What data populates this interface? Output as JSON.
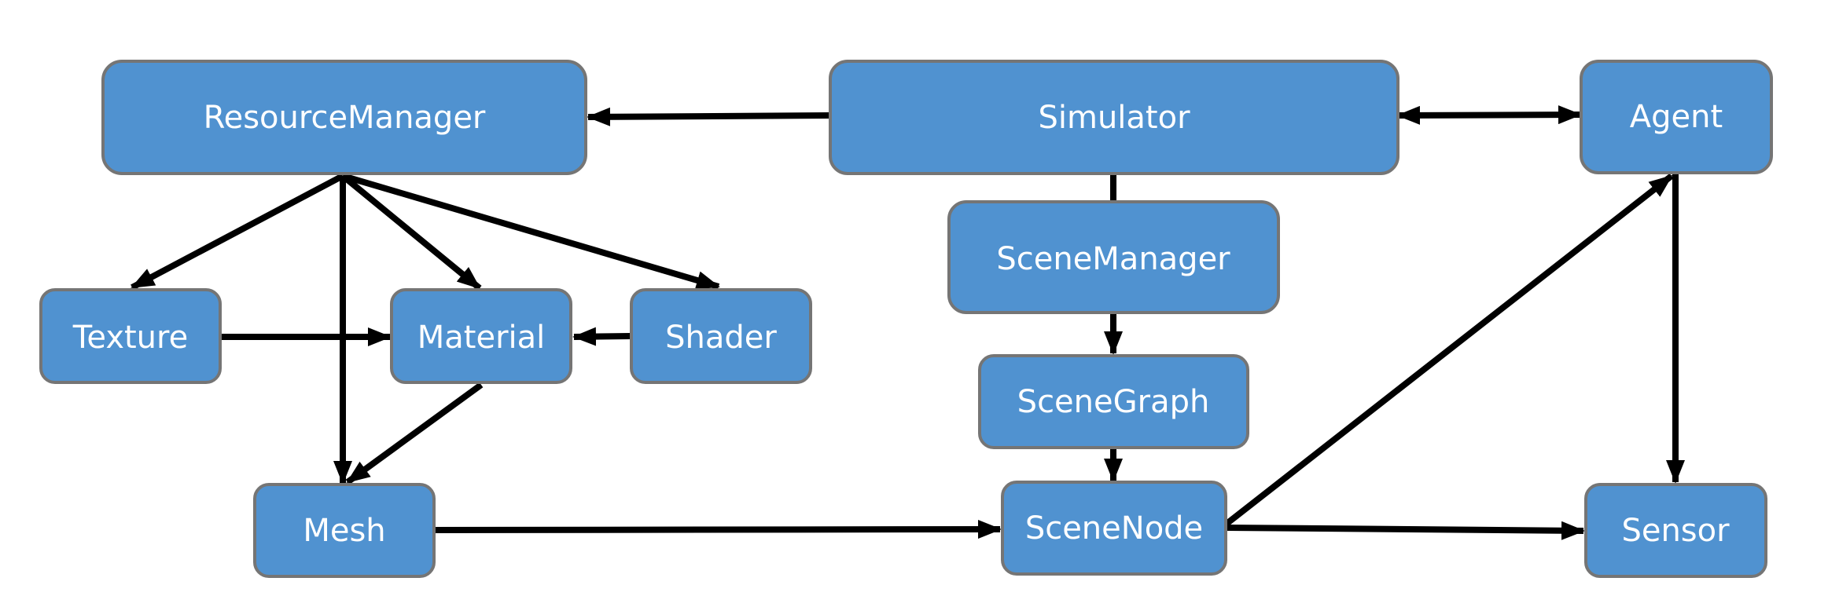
{
  "nodes": {
    "resource_manager": "ResourceManager",
    "simulator": "Simulator",
    "agent": "Agent",
    "texture": "Texture",
    "material": "Material",
    "shader": "Shader",
    "scene_manager": "SceneManager",
    "scene_graph": "SceneGraph",
    "mesh": "Mesh",
    "scene_node": "SceneNode",
    "sensor": "Sensor"
  },
  "edges": [
    {
      "from": "simulator",
      "to": "resource_manager",
      "type": "directed"
    },
    {
      "from": "simulator",
      "to": "agent",
      "type": "bidirectional"
    },
    {
      "from": "resource_manager",
      "to": "texture",
      "type": "directed"
    },
    {
      "from": "resource_manager",
      "to": "material",
      "type": "directed"
    },
    {
      "from": "resource_manager",
      "to": "shader",
      "type": "directed"
    },
    {
      "from": "resource_manager",
      "to": "mesh",
      "type": "directed"
    },
    {
      "from": "texture",
      "to": "material",
      "type": "directed"
    },
    {
      "from": "shader",
      "to": "material",
      "type": "directed"
    },
    {
      "from": "material",
      "to": "mesh",
      "type": "directed"
    },
    {
      "from": "simulator",
      "to": "scene_manager",
      "type": "line"
    },
    {
      "from": "scene_manager",
      "to": "scene_graph",
      "type": "directed"
    },
    {
      "from": "scene_graph",
      "to": "scene_node",
      "type": "directed"
    },
    {
      "from": "mesh",
      "to": "scene_node",
      "type": "directed"
    },
    {
      "from": "scene_node",
      "to": "agent",
      "type": "directed"
    },
    {
      "from": "scene_node",
      "to": "sensor",
      "type": "directed"
    },
    {
      "from": "agent",
      "to": "sensor",
      "type": "directed"
    }
  ],
  "colors": {
    "node_fill": "#5092d0",
    "node_border": "#757575",
    "node_text": "#ffffff",
    "edge": "#000000"
  }
}
